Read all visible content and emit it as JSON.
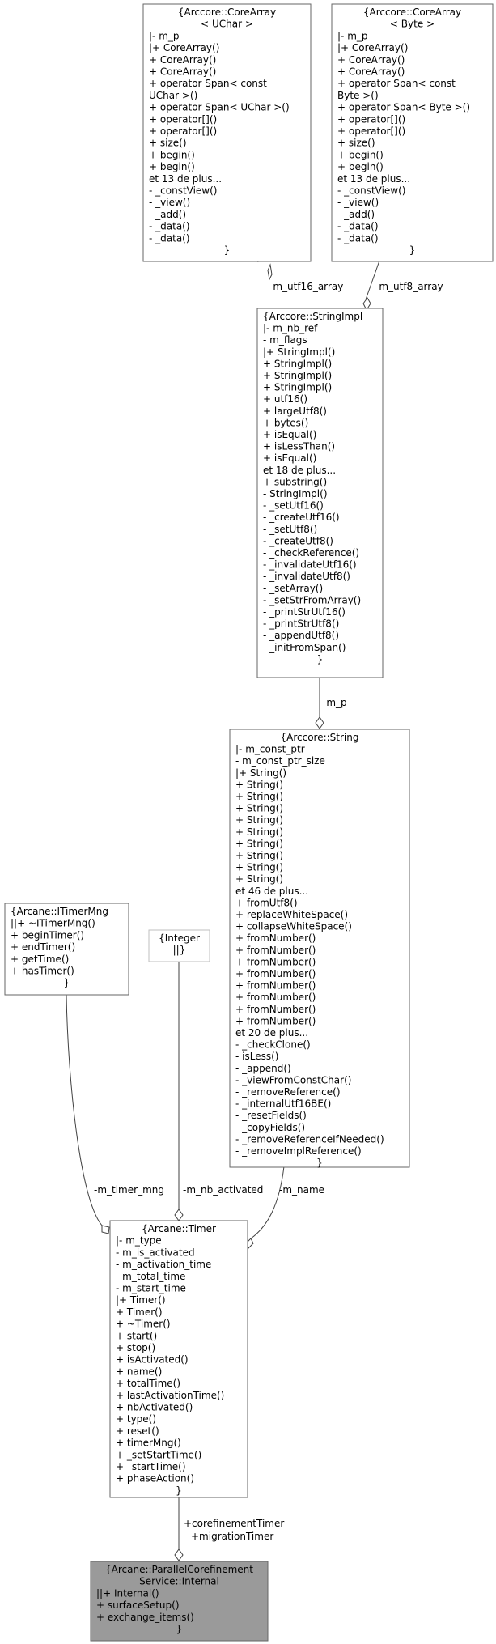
{
  "nodes": {
    "core_array_uchar": {
      "lines": [
        "{Arccore::CoreArray",
        "< UChar >",
        "|- m_p",
        "|+ CoreArray()",
        "+ CoreArray()",
        "+ CoreArray()",
        "+ operator Span< const",
        " UChar >()",
        "+ operator Span< UChar >()",
        "+ operator[]()",
        "+ operator[]()",
        "+ size()",
        "+ begin()",
        "+ begin()",
        "et 13 de plus...",
        "- _constView()",
        "- _view()",
        "- _add()",
        "- _data()",
        "- _data()",
        "}"
      ]
    },
    "core_array_byte": {
      "lines": [
        "{Arccore::CoreArray",
        "< Byte >",
        "|- m_p",
        "|+ CoreArray()",
        "+ CoreArray()",
        "+ CoreArray()",
        "+ operator Span< const",
        " Byte >()",
        "+ operator Span< Byte >()",
        "+ operator[]()",
        "+ operator[]()",
        "+ size()",
        "+ begin()",
        "+ begin()",
        "et 13 de plus...",
        "- _constView()",
        "- _view()",
        "- _add()",
        "- _data()",
        "- _data()",
        "}"
      ]
    },
    "string_impl": {
      "lines": [
        "{Arccore::StringImpl",
        "|- m_nb_ref",
        "- m_flags",
        "|+ StringImpl()",
        "+ StringImpl()",
        "+ StringImpl()",
        "+ StringImpl()",
        "+ utf16()",
        "+ largeUtf8()",
        "+ bytes()",
        "+ isEqual()",
        "+ isLessThan()",
        "+ isEqual()",
        "et 18 de plus...",
        "+ substring()",
        "- StringImpl()",
        "- _setUtf16()",
        "- _createUtf16()",
        "- _setUtf8()",
        "- _createUtf8()",
        "- _checkReference()",
        "- _invalidateUtf16()",
        "- _invalidateUtf8()",
        "- _setArray()",
        "- _setStrFromArray()",
        "- _printStrUtf16()",
        "- _printStrUtf8()",
        "- _appendUtf8()",
        "- _initFromSpan()",
        "}"
      ]
    },
    "string": {
      "lines": [
        "{Arccore::String",
        "|- m_const_ptr",
        "- m_const_ptr_size",
        "|+ String()",
        "+ String()",
        "+ String()",
        "+ String()",
        "+ String()",
        "+ String()",
        "+ String()",
        "+ String()",
        "+ String()",
        "+ String()",
        "et 46 de plus...",
        "+ fromUtf8()",
        "+ replaceWhiteSpace()",
        "+ collapseWhiteSpace()",
        "+ fromNumber()",
        "+ fromNumber()",
        "+ fromNumber()",
        "+ fromNumber()",
        "+ fromNumber()",
        "+ fromNumber()",
        "+ fromNumber()",
        "+ fromNumber()",
        "et 20 de plus...",
        "- _checkClone()",
        "- isLess()",
        "- _append()",
        "- _viewFromConstChar()",
        "- _removeReference()",
        "- _internalUtf16BE()",
        "- _resetFields()",
        "- _copyFields()",
        "- _removeReferenceIfNeeded()",
        "- _removeImplReference()",
        "}"
      ]
    },
    "itimer_mng": {
      "lines": [
        "{Arcane::ITimerMng",
        "||+ ~ITimerMng()",
        "+ beginTimer()",
        "+ endTimer()",
        "+ getTime()",
        "+ hasTimer()",
        "}"
      ]
    },
    "integer": {
      "lines": [
        "{Integer",
        "||}"
      ]
    },
    "timer": {
      "lines": [
        "{Arcane::Timer",
        "|- m_type",
        "- m_is_activated",
        "- m_activation_time",
        "- m_total_time",
        "- m_start_time",
        "|+ Timer()",
        "+ Timer()",
        "+ ~Timer()",
        "+ start()",
        "+ stop()",
        "+ isActivated()",
        "+ name()",
        "+ totalTime()",
        "+ lastActivationTime()",
        "+ nbActivated()",
        "+ type()",
        "+ reset()",
        "+ timerMng()",
        "+ _setStartTime()",
        "+ _startTime()",
        "+ phaseAction()",
        "}"
      ]
    },
    "internal": {
      "lines": [
        "{Arcane::ParallelCorefinement",
        "Service::Internal",
        "||+ Internal()",
        "+ surfaceSetup()",
        "+ exchange_items()",
        "}"
      ]
    }
  },
  "edges": {
    "utf16_array": "-m_utf16_array",
    "utf8_array": "-m_utf8_array",
    "m_p": "-m_p",
    "timer_mng": "-m_timer_mng",
    "nb_activated": "-m_nb_activated",
    "name": "-m_name",
    "timers": [
      "+corefinementTimer",
      "+migrationTimer"
    ]
  }
}
